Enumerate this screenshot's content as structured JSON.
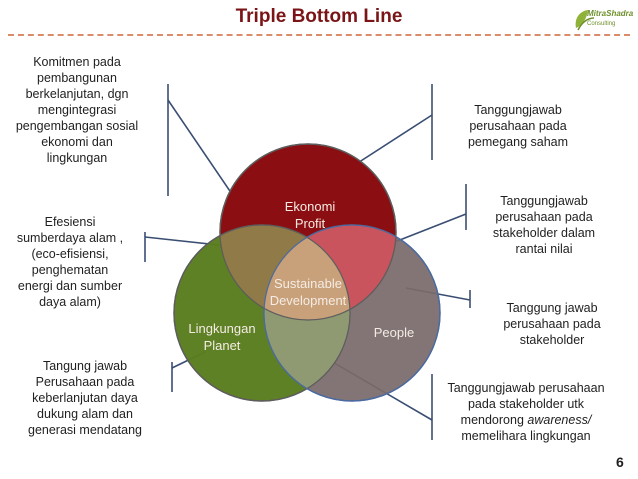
{
  "slide": {
    "title": "Triple Bottom Line",
    "page_number": "6"
  },
  "logo": {
    "name": "MitraShadra",
    "subtitle": "Consulting"
  },
  "circles": {
    "ekonomi": {
      "line1": "Ekonomi",
      "line2": "Profit",
      "color": "#8b0f12"
    },
    "lingkungan": {
      "line1": "Lingkungan",
      "line2": "Planet",
      "color": "#5a7d1e"
    },
    "people": {
      "line1": "People",
      "color": "#7a6a6a"
    },
    "center": {
      "line1": "Sustainable",
      "line2": "Development"
    }
  },
  "notes": {
    "left": [
      {
        "lines": [
          "Komitmen pada",
          "pembangunan",
          "berkelanjutan, dgn",
          "mengintegrasi",
          "pengembangan sosial",
          "ekonomi dan",
          "lingkungan"
        ]
      },
      {
        "lines": [
          "Efesiensi",
          "sumberdaya alam ,",
          "(eco-efisiensi,",
          "penghematan",
          "energi dan sumber",
          "daya alam)"
        ]
      },
      {
        "lines": [
          "Tangung jawab",
          "Perusahaan pada",
          "keberlanjutan daya",
          "dukung alam dan",
          "generasi mendatang"
        ]
      }
    ],
    "right": [
      {
        "lines": [
          "Tanggungjawab",
          "perusahaan pada",
          "pemegang saham"
        ]
      },
      {
        "lines": [
          "Tanggungjawab",
          "perusahaan pada",
          "stakeholder dalam",
          "rantai nilai"
        ]
      },
      {
        "lines": [
          "Tanggung jawab",
          "perusahaan pada",
          "stakeholder"
        ]
      },
      {
        "lines": [
          "Tanggungjawab perusahaan",
          "pada stakeholder utk",
          "mendorong",
          "memelihara lingkungan"
        ],
        "italic_word": "awareness/"
      }
    ]
  }
}
